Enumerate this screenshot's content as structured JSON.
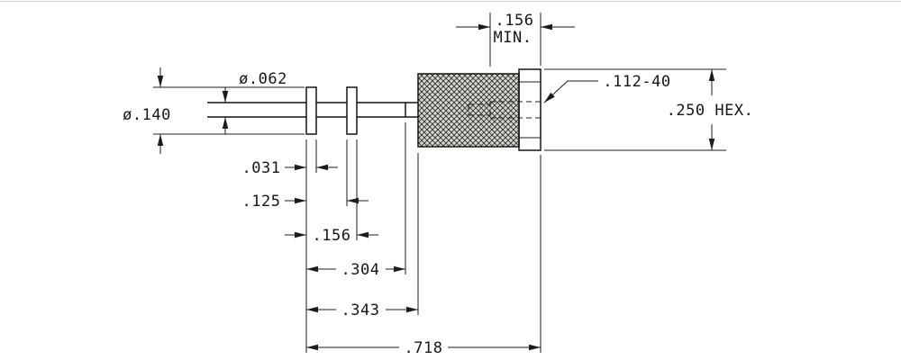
{
  "drawing": {
    "dimensions": {
      "tap_depth_min": ".156",
      "tap_depth_min_note": "MIN.",
      "lead_diameter": "ø.062",
      "flange_diameter": "ø.140",
      "thread_callout": ".112-40",
      "hex_across_flats": ".250 HEX.",
      "flange_thickness": ".031",
      "flange_spacing": ".125",
      "flanges_overall": ".156",
      "shoulder_length": ".304",
      "body_start_length": ".343",
      "overall_length": ".718"
    },
    "colors": {
      "line": "#1c1c1c",
      "background": "#ffffff",
      "knurl_fill": "#d6d6cc",
      "knurl_hatch": "#2e2e2e"
    }
  }
}
